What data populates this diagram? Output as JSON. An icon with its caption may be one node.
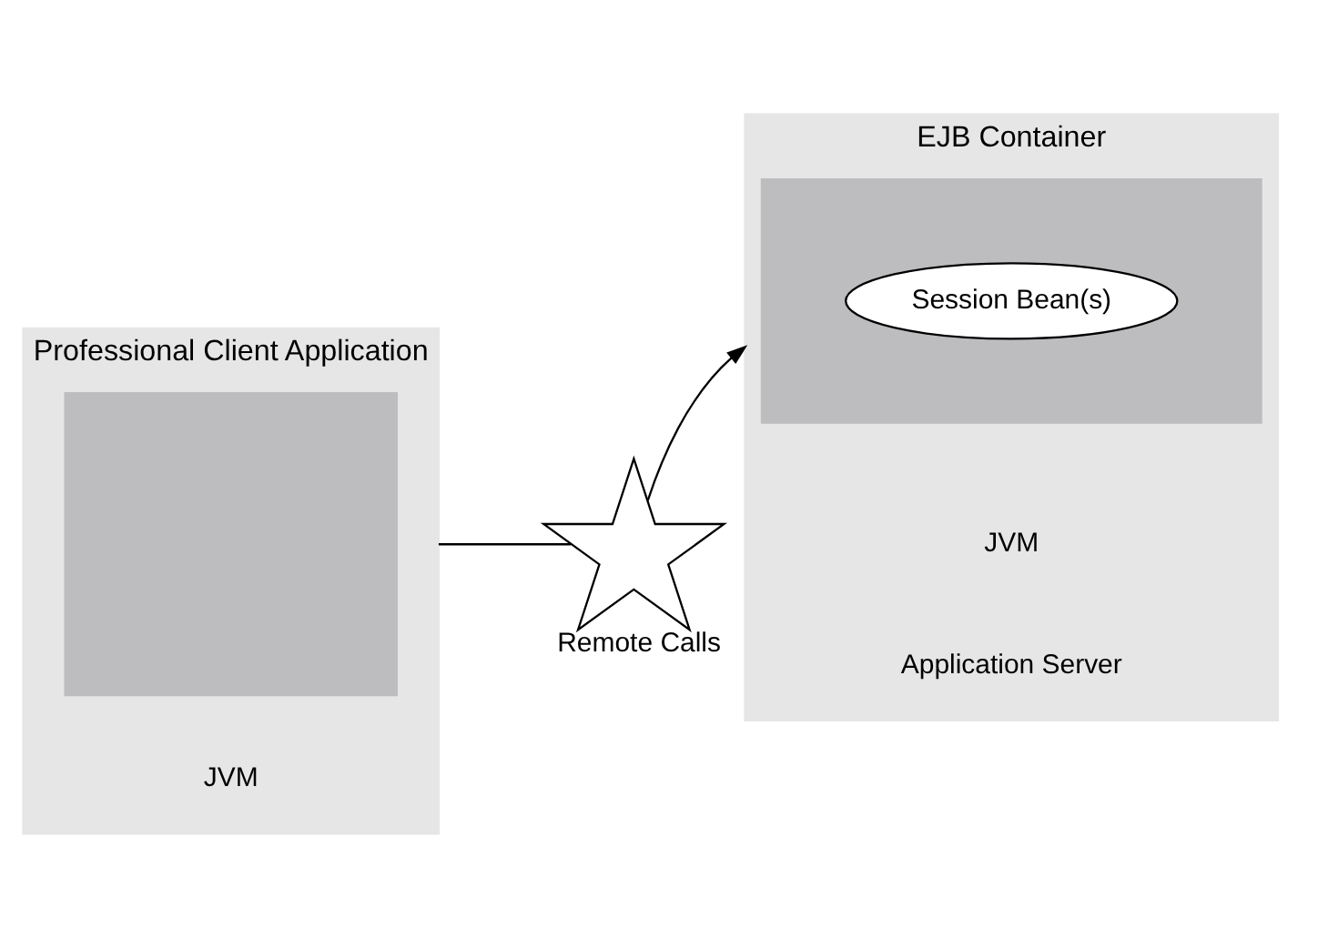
{
  "diagram": {
    "nodes": [
      {
        "text": [
          "Professional Client Application"
        ]
      },
      {
        "text": [],
        "shape": "box",
        "in": 0
      },
      {
        "text": [
          "JVM"
        ],
        "in": 0
      },
      {
        "text": [],
        "shape": "star",
        "beside": [
          "Remote Calls"
        ]
      },
      {
        "text": [
          "EJB Container"
        ]
      },
      {
        "text": [],
        "shape": "box",
        "in": 4
      },
      {
        "text": [
          "Session Bean(s)"
        ],
        "in": 5
      },
      {
        "text": [
          "JVM"
        ],
        "in": 4
      },
      {
        "text": [
          "Application Server"
        ],
        "in": 4
      }
    ],
    "edges": [
      {
        "from": 0,
        "to": 3,
        "arrow": "none"
      },
      {
        "from": 3,
        "to": 4,
        "arrow": "to"
      }
    ]
  }
}
